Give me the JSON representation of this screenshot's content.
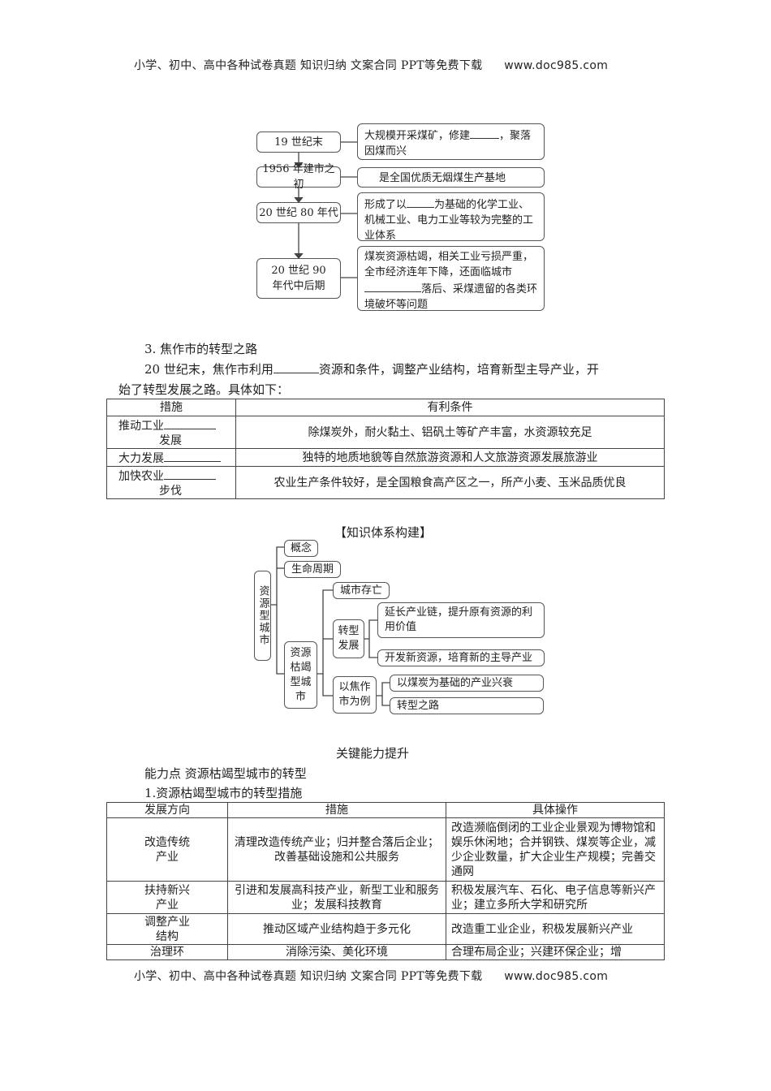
{
  "header": {
    "text": "小学、初中、高中各种试卷真题  知识归纳  文案合同  PPT等免费下载",
    "url": "www.doc985.com"
  },
  "footer": {
    "text": "小学、初中、高中各种试卷真题  知识归纳  文案合同  PPT等免费下载",
    "url": "www.doc985.com"
  },
  "timeline": {
    "items": [
      {
        "label": "19 世纪末",
        "desc_before": "大规模开采煤矿，修建",
        "desc_after": "，聚落因煤而兴"
      },
      {
        "label": "1956 年建市之初",
        "desc": "是全国优质无烟煤生产基地"
      },
      {
        "label": "20 世纪 80 年代",
        "desc_before": "形成了以",
        "desc_after": "为基础的化学工业、机械工业、电力工业等较为完整的工业体系"
      },
      {
        "label": "20 世纪 90 年代中后期",
        "desc_before": "煤炭资源枯竭，相关工业亏损严重，全市经济连年下降，还面临城市",
        "desc_after": "落后、采煤遗留的各类环境破坏等问题"
      }
    ]
  },
  "section3": {
    "heading": "3.   焦作市的转型之路",
    "intro_before": "20 世纪末，焦作市利用",
    "intro_after_1": "资源和条件，调整产业结构，培育新型主导产业，开",
    "intro_line2": "始了转型发展之路。具体如下："
  },
  "table1": {
    "headers": [
      "措施",
      "有利条件"
    ],
    "rows": [
      {
        "m1": "推动工业",
        "m2": "发展",
        "cond": "除煤炭外，耐火黏土、铝矾土等矿产丰富，水资源较充足"
      },
      {
        "m1": "大力发展",
        "m2": "",
        "cond": "独特的地质地貌等自然旅游资源和人文旅游资源发展旅游业"
      },
      {
        "m1": "加快农业",
        "m2": "步伐",
        "cond": "农业生产条件较好，是全国粮食高产区之一，所产小麦、玉米品质优良"
      }
    ]
  },
  "knowledge": {
    "title": "【知识体系构建】",
    "root": "资源型城市",
    "concept": "概念",
    "lifecycle": "生命周期",
    "depleted": "资源枯竭型城市",
    "survival": "城市存亡",
    "transform": "转型发展",
    "t1": "延长产业链，提升原有资源的利用价值",
    "t2": "开发新资源，培育新的主导产业",
    "example": "以焦作市为例",
    "e1": "以煤炭为基础的产业兴衰",
    "e2": "转型之路"
  },
  "ability": {
    "title": "关键能力提升",
    "point": "能力点   资源枯竭型城市的转型",
    "sub": "1.资源枯竭型城市的转型措施"
  },
  "table2": {
    "headers": [
      "发展方向",
      "措施",
      "具体操作"
    ],
    "rows": [
      {
        "dir": "改造传统产业",
        "measure": "清理改造传统产业；归并整合落后企业；改善基础设施和公共服务",
        "ops": "改造濒临倒闭的工业企业景观为博物馆和娱乐休闲地；合并钢铁、煤炭等企业，减少企业数量，扩大企业生产规模；完善交通网"
      },
      {
        "dir": "扶持新兴产业",
        "measure": "引进和发展高科技产业，新型工业和服务业；发展科技教育",
        "ops": "积极发展汽车、石化、电子信息等新兴产业；建立多所大学和研究所"
      },
      {
        "dir": "调整产业结构",
        "measure": "推动区域产业结构趋于多元化",
        "ops": "改造重工业企业，积极发展新兴产业"
      },
      {
        "dir": "治理环",
        "measure": "消除污染、美化环境",
        "ops": "合理布局企业；兴建环保企业；增"
      }
    ]
  }
}
